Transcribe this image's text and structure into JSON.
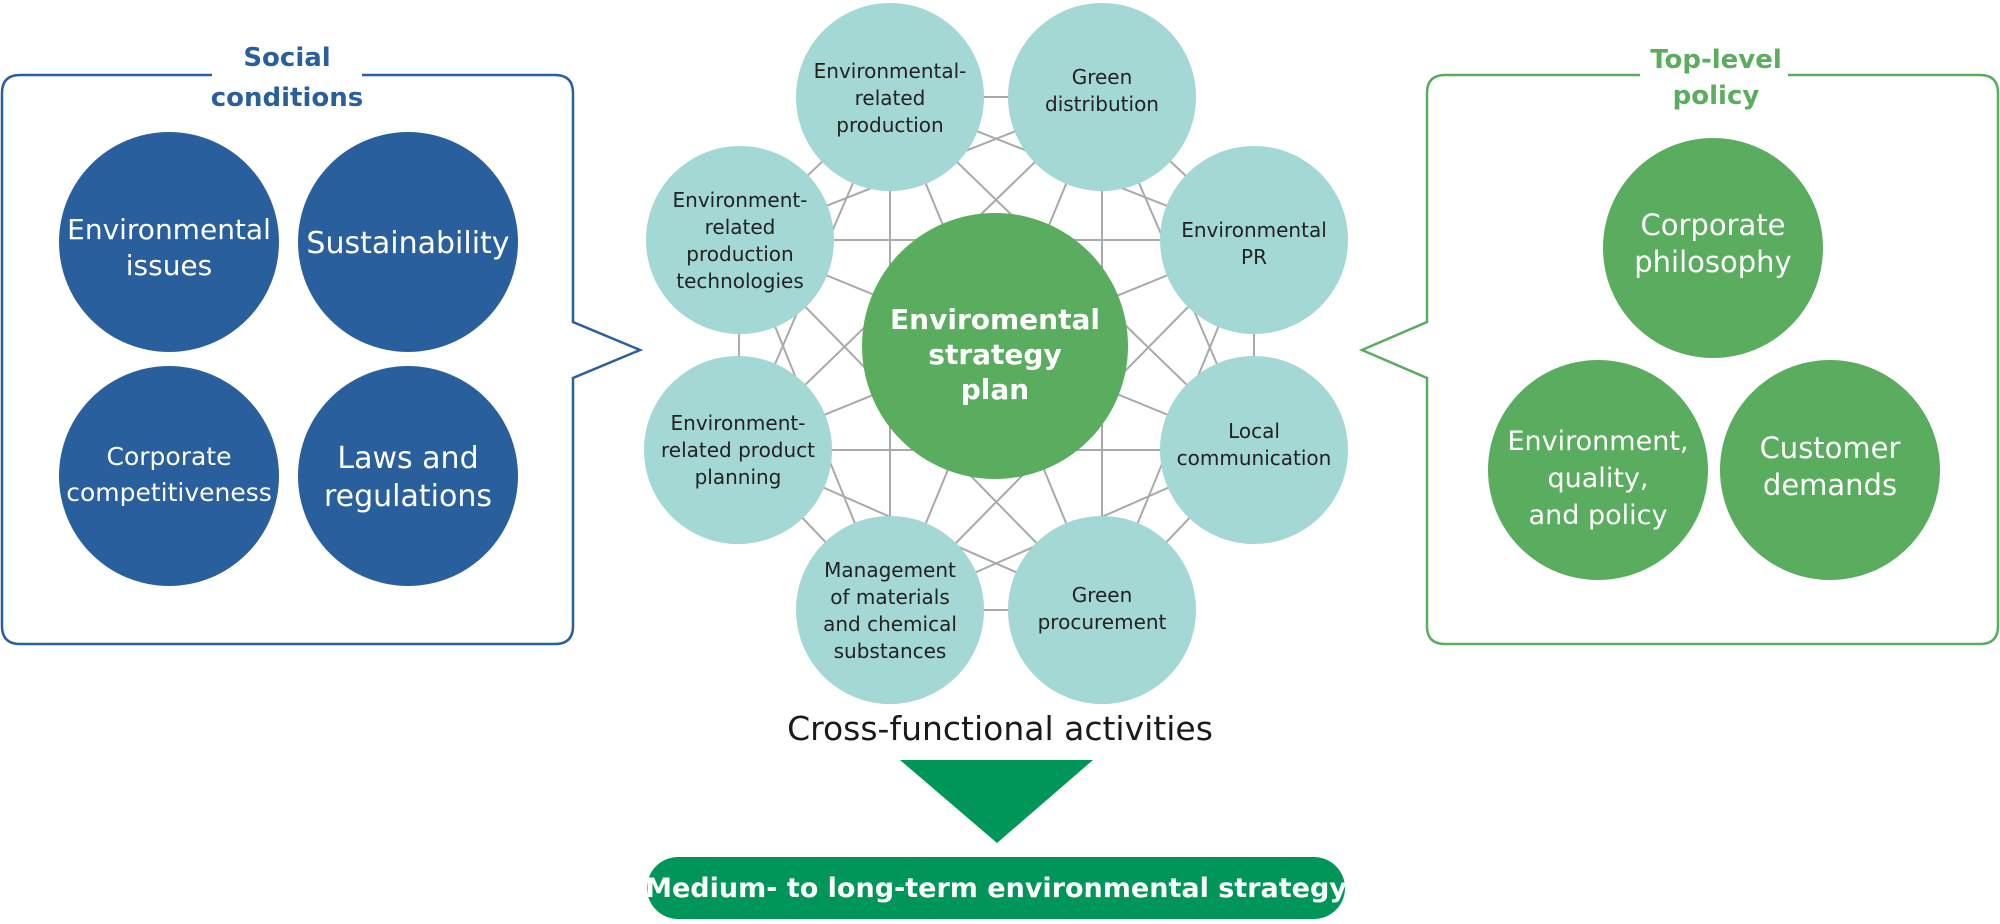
{
  "colors": {
    "blue": "#2a5f9e",
    "green": "#5aad5e",
    "green_light_text": "#5aad5e",
    "teal": "#a3d8d4",
    "dark_green": "#00965a",
    "line_gray": "#a9a9a9",
    "text_dark": "#222222",
    "white": "#ffffff"
  },
  "social": {
    "title_lines": [
      "Social",
      "conditions"
    ],
    "items": [
      {
        "lines": [
          "Environmental",
          "issues"
        ]
      },
      {
        "lines": [
          "Sustainability"
        ]
      },
      {
        "lines": [
          "Corporate",
          "competitiveness"
        ]
      },
      {
        "lines": [
          "Laws and",
          "regulations"
        ]
      }
    ]
  },
  "center": {
    "lines": [
      "Enviromental",
      "strategy",
      "plan"
    ]
  },
  "activities": [
    {
      "lines": [
        "Environmental-",
        "related",
        "production"
      ]
    },
    {
      "lines": [
        "Green",
        "distribution"
      ]
    },
    {
      "lines": [
        "Environmental",
        "PR"
      ]
    },
    {
      "lines": [
        "Local",
        "communication"
      ]
    },
    {
      "lines": [
        "Green",
        "procurement"
      ]
    },
    {
      "lines": [
        "Management",
        "of materials",
        "and chemical",
        "substances"
      ]
    },
    {
      "lines": [
        "Environment-",
        "related product",
        "planning"
      ]
    },
    {
      "lines": [
        "Environment-",
        "related",
        "production",
        "technologies"
      ]
    }
  ],
  "policy": {
    "title_lines": [
      "Top-level",
      "policy"
    ],
    "items": [
      {
        "lines": [
          "Corporate",
          "philosophy"
        ]
      },
      {
        "lines": [
          "Environment,",
          "quality,",
          "and policy"
        ]
      },
      {
        "lines": [
          "Customer",
          "demands"
        ]
      }
    ]
  },
  "cross_functional_label": "Cross-functional activities",
  "result_label": "Medium- to long-term environmental strategy"
}
